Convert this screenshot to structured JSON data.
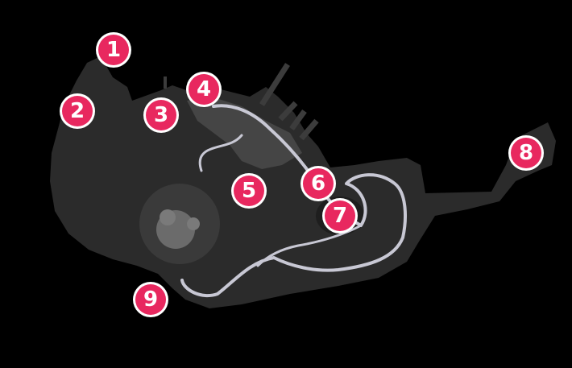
{
  "map": {
    "colors": {
      "background": "#000000",
      "land": "#2b2b2b",
      "road": "#c8c8d4",
      "town": "#4a4a4a",
      "marker_fill": "#e8285f",
      "marker_ring": "#ffffff"
    },
    "markers": [
      {
        "label": "1"
      },
      {
        "label": "2"
      },
      {
        "label": "3"
      },
      {
        "label": "4"
      },
      {
        "label": "5"
      },
      {
        "label": "6"
      },
      {
        "label": "7"
      },
      {
        "label": "8"
      },
      {
        "label": "9"
      }
    ]
  }
}
